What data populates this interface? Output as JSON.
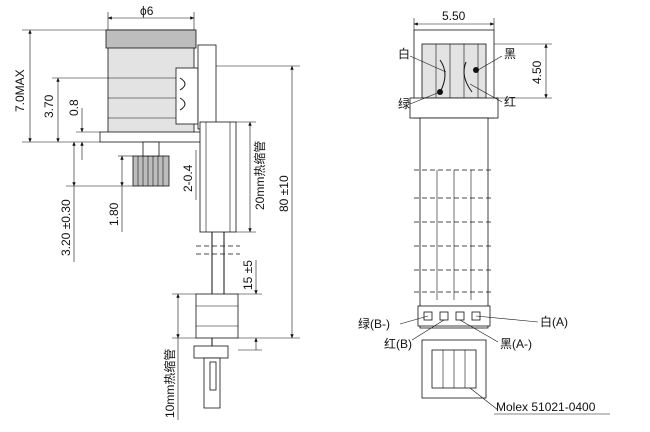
{
  "left_view": {
    "diameter": "ϕ6",
    "height_max": "7.0MAX",
    "dim_3_70": "3.70",
    "dim_0_8": "0.8",
    "dim_3_20": "3.20 ±0.30",
    "dim_1_80": "1.80",
    "dim_2_04": "2-0.4",
    "heat_shrink_20": "20mm热缩管",
    "dim_80": "80 ±10",
    "dim_15": "15 ±5",
    "heat_shrink_10": "10mm热缩管"
  },
  "right_view": {
    "width": "5.50",
    "height": "4.50",
    "top_labels": {
      "white": "白",
      "black": "黑",
      "green": "绿",
      "red": "红"
    },
    "pin_labels": {
      "green_b_minus": "绿(B-)",
      "white_a": "白(A)",
      "red_b": "红(B)",
      "black_a_minus": "黑(A-)"
    },
    "connector": "Molex 51021-0400"
  },
  "colors": {
    "line": "#111111",
    "fill_dark": "#bdbdbd",
    "fill_light": "#e3e3e3",
    "background": "#ffffff"
  }
}
